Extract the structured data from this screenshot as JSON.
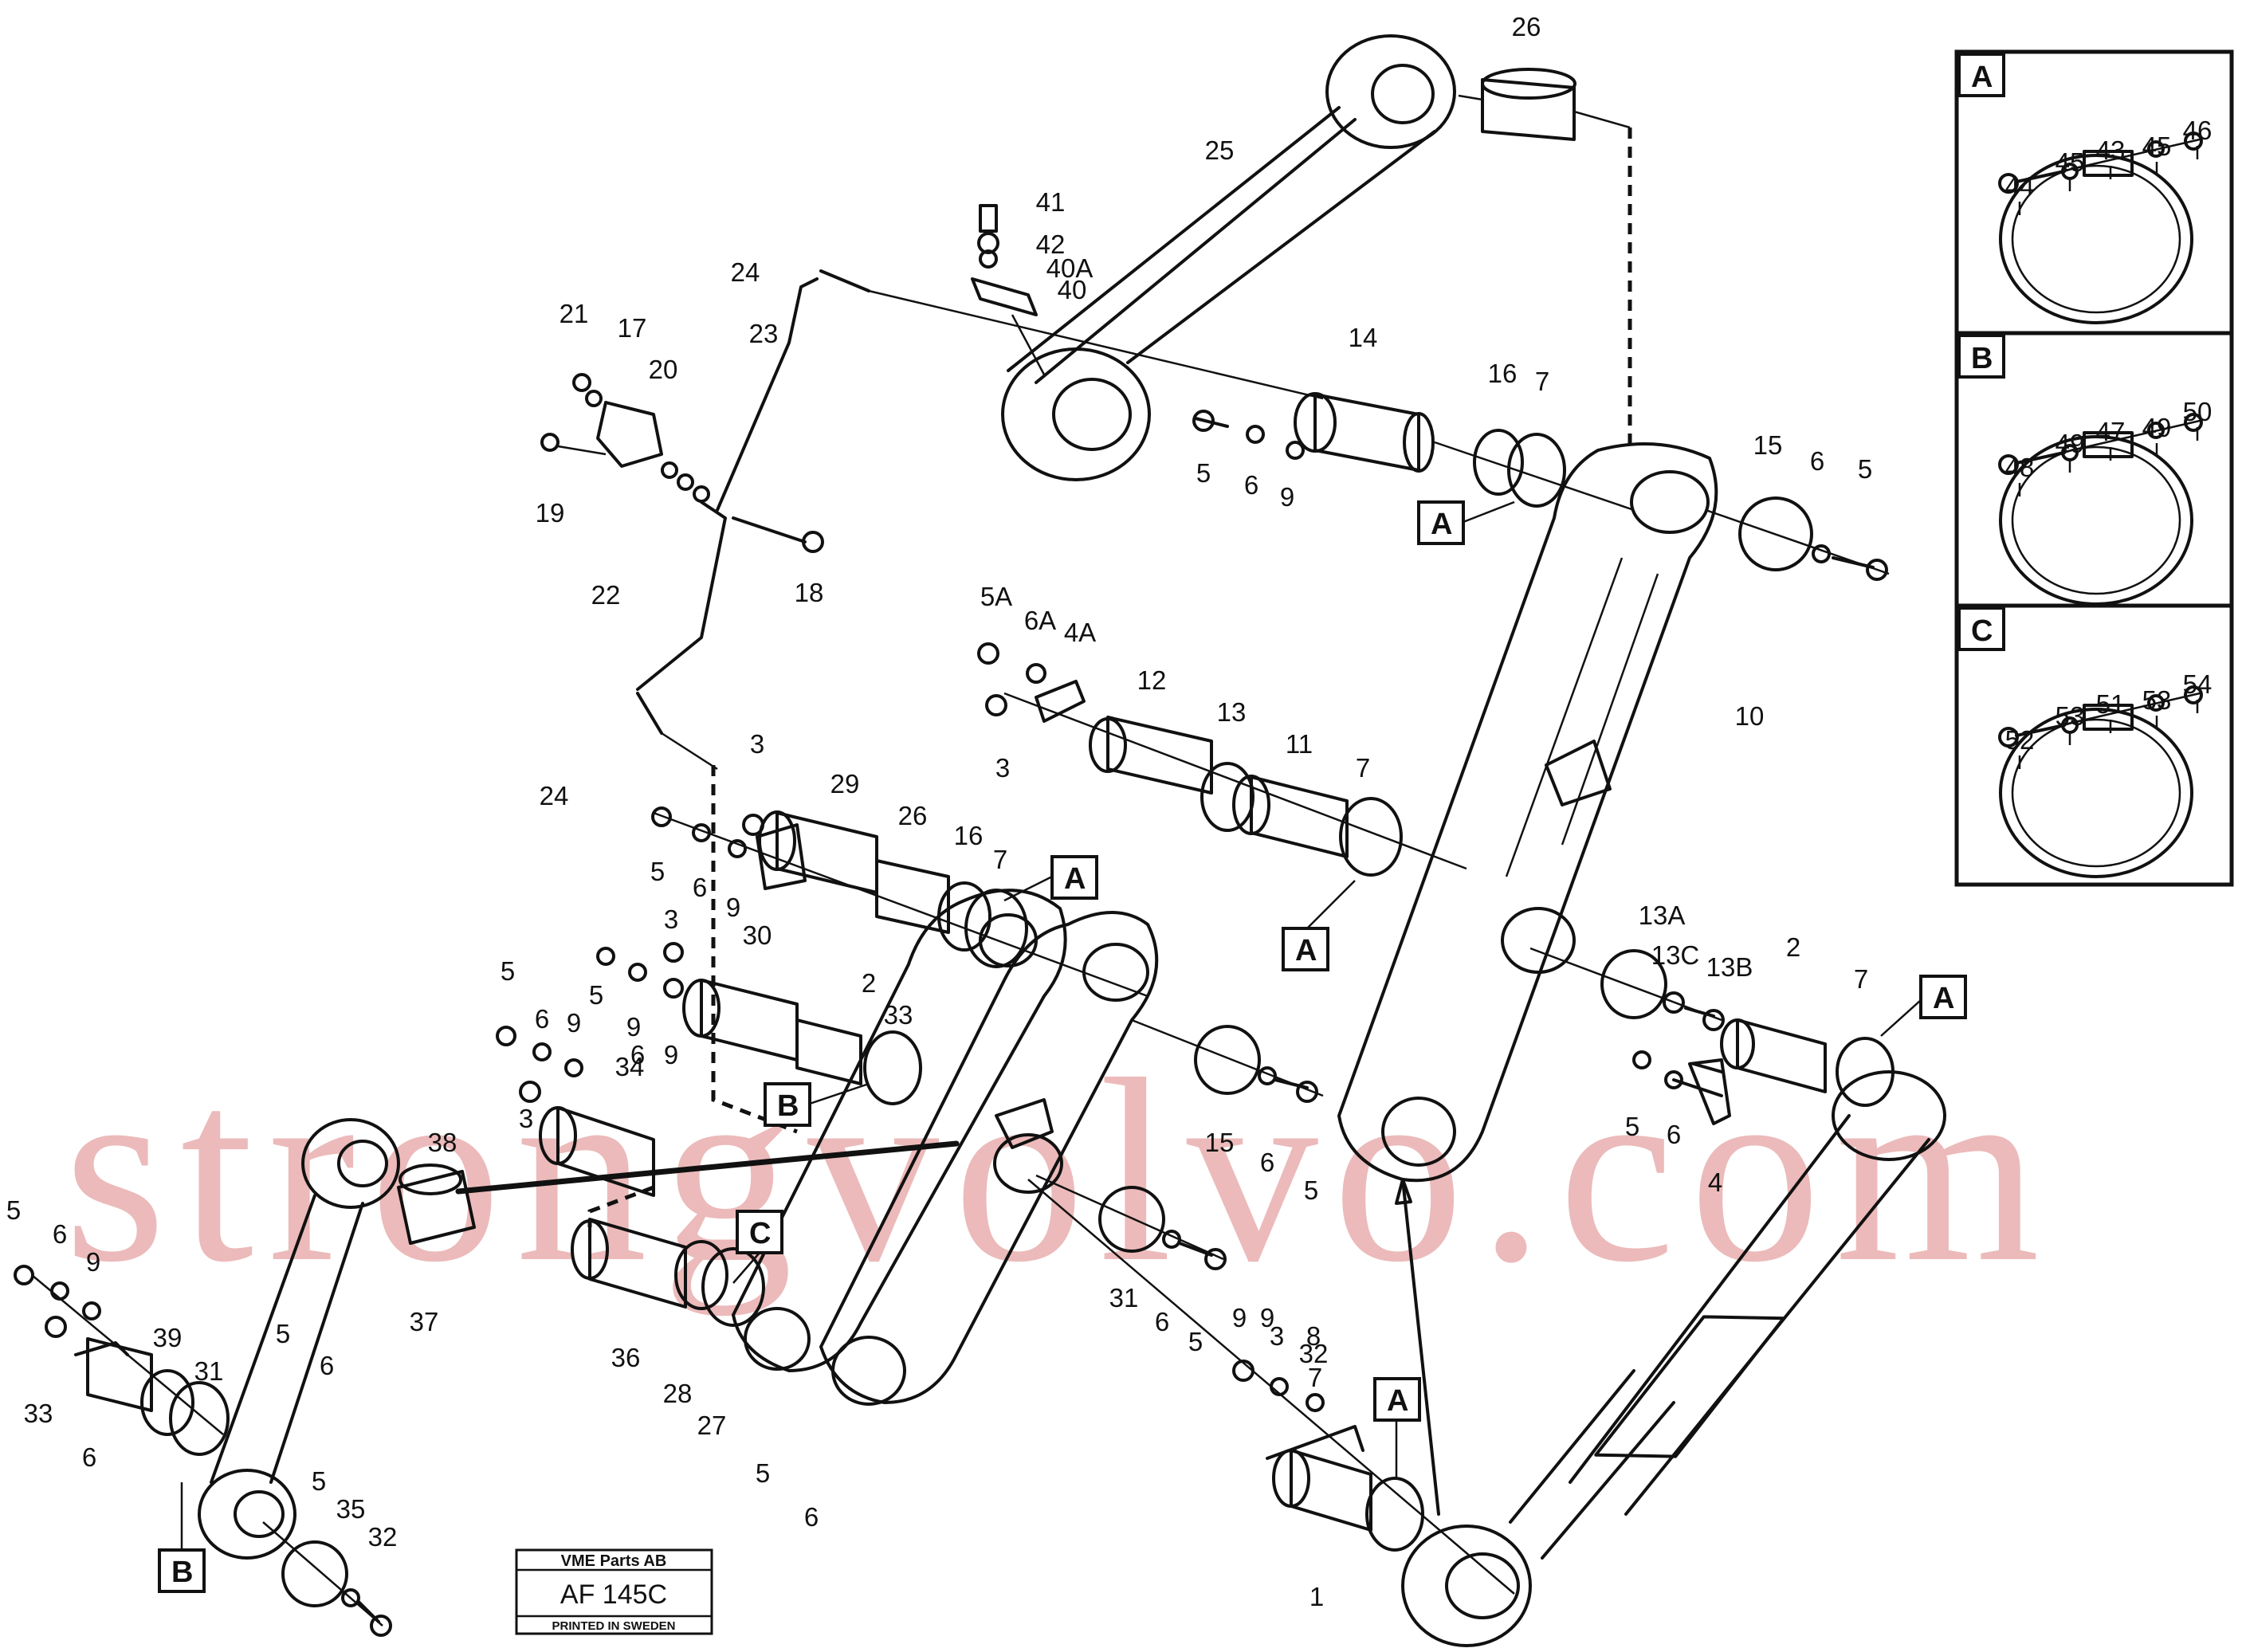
{
  "watermark": "strongvolvo.com",
  "stamp": {
    "company": "VME Parts AB",
    "code": "AF 145C",
    "note": "PRINTED IN SWEDEN"
  },
  "ref_boxes": {
    "A": "A",
    "B": "B",
    "C": "C"
  },
  "detail_panels": [
    {
      "letter": "A",
      "labels": [
        "44",
        "45",
        "43",
        "45",
        "46"
      ]
    },
    {
      "letter": "B",
      "labels": [
        "48",
        "49",
        "47",
        "49",
        "50"
      ]
    },
    {
      "letter": "C",
      "labels": [
        "52",
        "53",
        "51",
        "53",
        "54"
      ]
    }
  ],
  "callouts": [
    "26",
    "25",
    "41",
    "42",
    "40A",
    "40",
    "24",
    "23",
    "21",
    "17",
    "20",
    "19",
    "18",
    "22",
    "24",
    "14",
    "16",
    "7",
    "5",
    "6",
    "9",
    "15",
    "6",
    "5",
    "5A",
    "6A",
    "4A",
    "3",
    "12",
    "13",
    "11",
    "7",
    "10",
    "3",
    "29",
    "26",
    "16",
    "7",
    "5",
    "6",
    "9",
    "3",
    "30",
    "2",
    "33",
    "5",
    "6",
    "9",
    "5",
    "9",
    "6",
    "9",
    "3",
    "34",
    "13A",
    "13C",
    "13B",
    "2",
    "7",
    "5",
    "6",
    "4",
    "15",
    "6",
    "5",
    "38",
    "37",
    "31",
    "6",
    "5",
    "5",
    "6",
    "9",
    "5",
    "6",
    "9",
    "3",
    "32",
    "33",
    "39",
    "31",
    "6",
    "5",
    "35",
    "32",
    "36",
    "28",
    "27",
    "5",
    "6",
    "9",
    "8",
    "7",
    "1"
  ]
}
